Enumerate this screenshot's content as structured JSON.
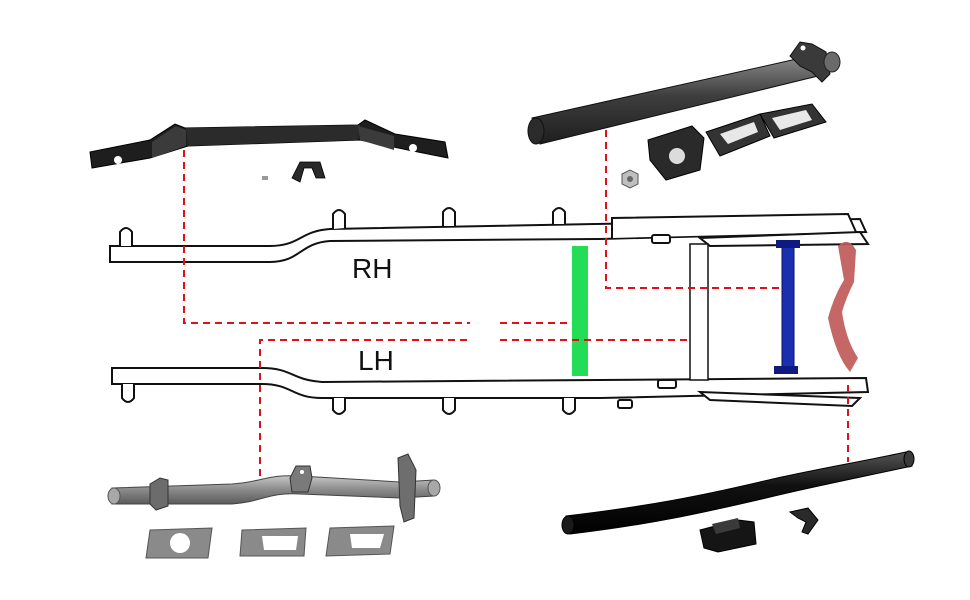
{
  "labels": {
    "rh": "RH",
    "lh": "LH"
  },
  "colors": {
    "guide_line": "#e0101a",
    "crossmember_green": "#22dd55",
    "crossmember_blue": "#1a2fb0",
    "crossmember_red": "#c05a5a",
    "frame_outline": "#111111",
    "part_steel": "#3a3a3a",
    "part_black": "#101010",
    "part_bare": "#8c8c8c"
  },
  "parts": [
    {
      "id": "rear-hoop-crossmember",
      "icon": "bent-crossmember-icon"
    },
    {
      "id": "front-tube-crossmember",
      "icon": "tube-crossmember-icon"
    },
    {
      "id": "mid-tube-crossmember",
      "icon": "tube-crossmember-icon"
    },
    {
      "id": "rear-tube-crossmember",
      "icon": "tube-crossmember-icon"
    }
  ]
}
